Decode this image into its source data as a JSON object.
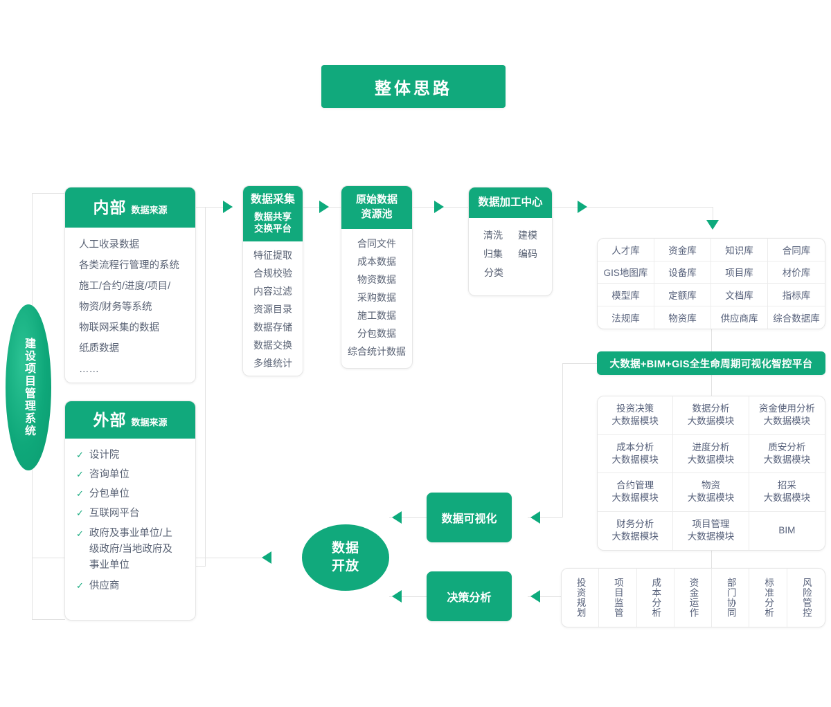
{
  "title": "整体思路",
  "system_ellipse": "建设项目管理系统",
  "internal": {
    "head_big": "内部",
    "head_small": "数据来源",
    "items": [
      "人工收录数据",
      "各类流程行管理的系统",
      "施工/合约/进度/项目/",
      "物资/财务等系统",
      "物联网采集的数据",
      "纸质数据",
      "……"
    ]
  },
  "external": {
    "head_big": "外部",
    "head_small": "数据来源",
    "check_icon": "✓",
    "items": [
      "设计院",
      "咨询单位",
      "分包单位",
      "互联网平台",
      "政府及事业单位/上级政府/当地政府及事业单位",
      "供应商"
    ]
  },
  "collect": {
    "title": "数据采集",
    "subtitle_line1": "数据共享",
    "subtitle_line2": "交换平台",
    "items": [
      "特征提取",
      "合规校验",
      "内容过滤",
      "资源目录",
      "数据存储",
      "数据交换",
      "多维统计"
    ]
  },
  "pool": {
    "title_line1": "原始数据",
    "title_line2": "资源池",
    "items": [
      "合同文件",
      "成本数据",
      "物资数据",
      "采购数据",
      "施工数据",
      "分包数据",
      "综合统计数据"
    ]
  },
  "process": {
    "title": "数据加工中心",
    "rows": [
      [
        "清洗",
        "建模"
      ],
      [
        "归集",
        "编码"
      ],
      [
        "分类"
      ]
    ]
  },
  "databases": [
    "人才库",
    "资金库",
    "知识库",
    "合同库",
    "GIS地图库",
    "设备库",
    "项目库",
    "材价库",
    "模型库",
    "定额库",
    "文档库",
    "指标库",
    "法规库",
    "物资库",
    "供应商库",
    "综合数据库"
  ],
  "banner": "大数据+BIM+GIS全生命周期可视化智控平台",
  "modules": [
    {
      "l1": "投资决策",
      "l2": "大数据模块"
    },
    {
      "l1": "数据分析",
      "l2": "大数据模块"
    },
    {
      "l1": "资金使用分析",
      "l2": "大数据模块"
    },
    {
      "l1": "成本分析",
      "l2": "大数据模块"
    },
    {
      "l1": "进度分析",
      "l2": "大数据模块"
    },
    {
      "l1": "质安分析",
      "l2": "大数据模块"
    },
    {
      "l1": "合约管理",
      "l2": "大数据模块"
    },
    {
      "l1": "物资",
      "l2": "大数据模块"
    },
    {
      "l1": "招采",
      "l2": "大数据模块"
    },
    {
      "l1": "财务分析",
      "l2": "大数据模块"
    },
    {
      "l1": "项目管理",
      "l2": "大数据模块"
    },
    {
      "l1": "BIM",
      "l2": ""
    }
  ],
  "bottom_items": [
    "投资规划",
    "项目监管",
    "成本分析",
    "资金运作",
    "部门协同",
    "标准分析",
    "风险管控"
  ],
  "visualization": "数据可视化",
  "decision": "决策分析",
  "open_data_line1": "数据",
  "open_data_line2": "开放",
  "colors": {
    "green": "#11a97c",
    "line": "#e2e2e2",
    "text": "#56607a"
  }
}
